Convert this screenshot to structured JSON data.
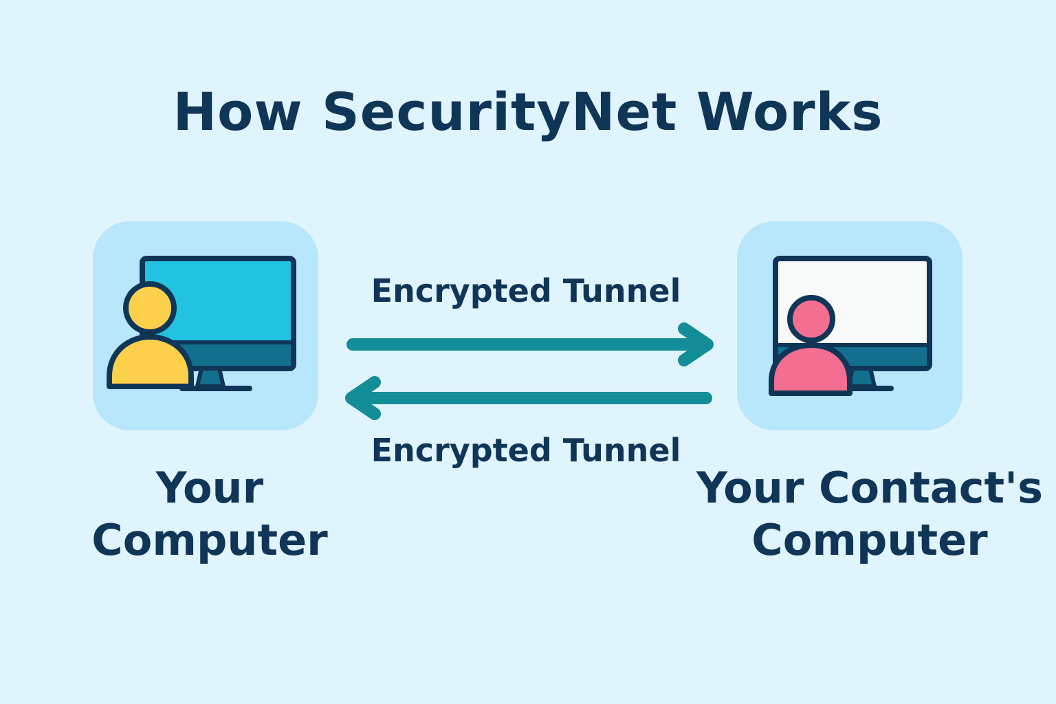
{
  "diagram": {
    "title": "How SecurityNet Works",
    "nodes": [
      {
        "id": "your-computer",
        "label_lines": [
          "Your",
          "Computer"
        ],
        "icon": "computer-with-user-icon",
        "screen_color": "#22c3e0",
        "user_color": "#fcd04b"
      },
      {
        "id": "contact-computer",
        "label_lines": [
          "Your Contact's",
          "Computer"
        ],
        "icon": "computer-with-user-icon",
        "screen_color": "#f7faf8",
        "user_color": "#f36e91"
      }
    ],
    "edges": [
      {
        "from": "your-computer",
        "to": "contact-computer",
        "label": "Encrypted Tunnel"
      },
      {
        "from": "contact-computer",
        "to": "your-computer",
        "label": "Encrypted Tunnel"
      }
    ],
    "colors": {
      "background": "#e0f4fd",
      "tile": "#b8e6fb",
      "text": "#0f3557",
      "arrow": "#138d98",
      "outline": "#0f3557",
      "stand": "#136f8e"
    }
  }
}
